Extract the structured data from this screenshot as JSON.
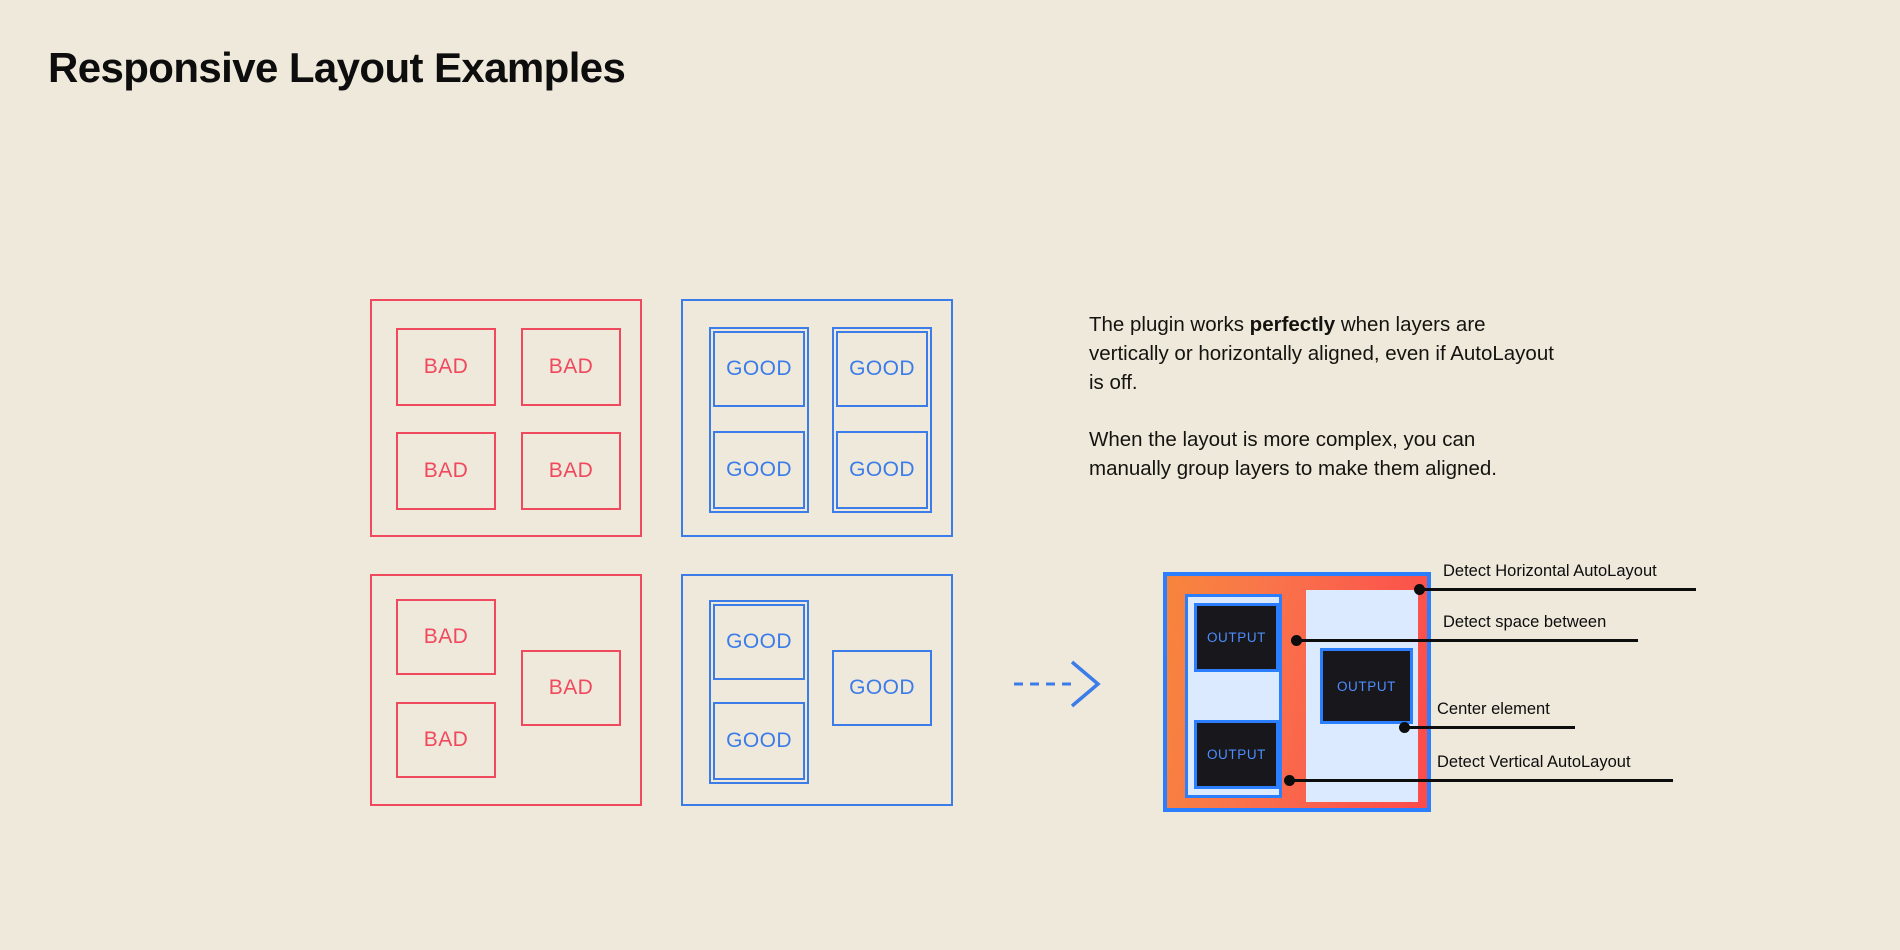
{
  "page": {
    "title": "Responsive Layout Examples",
    "background_color": "#efe9dc",
    "bad_color": "#f0485c",
    "good_color": "#3b7ce8",
    "accent_blue": "#2b7fff",
    "panel_gradient_from": "#f7853c",
    "panel_gradient_to": "#fb4b4b",
    "output_bg": "#17171c",
    "output_text_color": "#4d8dff",
    "light_blue": "#dbeafe"
  },
  "examples": {
    "bad_grid": {
      "label": "bad-grid-aligned",
      "cells": [
        {
          "text": "BAD"
        },
        {
          "text": "BAD"
        },
        {
          "text": "BAD"
        },
        {
          "text": "BAD"
        }
      ]
    },
    "good_grid": {
      "label": "good-grid-aligned",
      "cells": [
        {
          "text": "GOOD"
        },
        {
          "text": "GOOD"
        },
        {
          "text": "GOOD"
        },
        {
          "text": "GOOD"
        }
      ]
    },
    "bad_complex": {
      "label": "bad-complex-layout",
      "cells": [
        {
          "text": "BAD"
        },
        {
          "text": "BAD"
        },
        {
          "text": "BAD"
        }
      ]
    },
    "good_complex": {
      "label": "good-complex-layout",
      "cells": [
        {
          "text": "GOOD"
        },
        {
          "text": "GOOD"
        },
        {
          "text": "GOOD"
        }
      ]
    }
  },
  "copy": {
    "p1_before": "The plugin works ",
    "p1_bold": "perfectly",
    "p1_after": " when layers are vertically or horizontally aligned, even if AutoLayout is off.",
    "p2": "When the layout is more complex, you can manually group layers to make them aligned."
  },
  "result": {
    "outputs": [
      {
        "text": "OUTPUT"
      },
      {
        "text": "OUTPUT"
      },
      {
        "text": "OUTPUT"
      }
    ],
    "annotations": [
      {
        "text": "Detect Horizontal AutoLayout"
      },
      {
        "text": "Detect space between"
      },
      {
        "text": "Center element"
      },
      {
        "text": "Detect Vertical AutoLayout"
      }
    ]
  }
}
